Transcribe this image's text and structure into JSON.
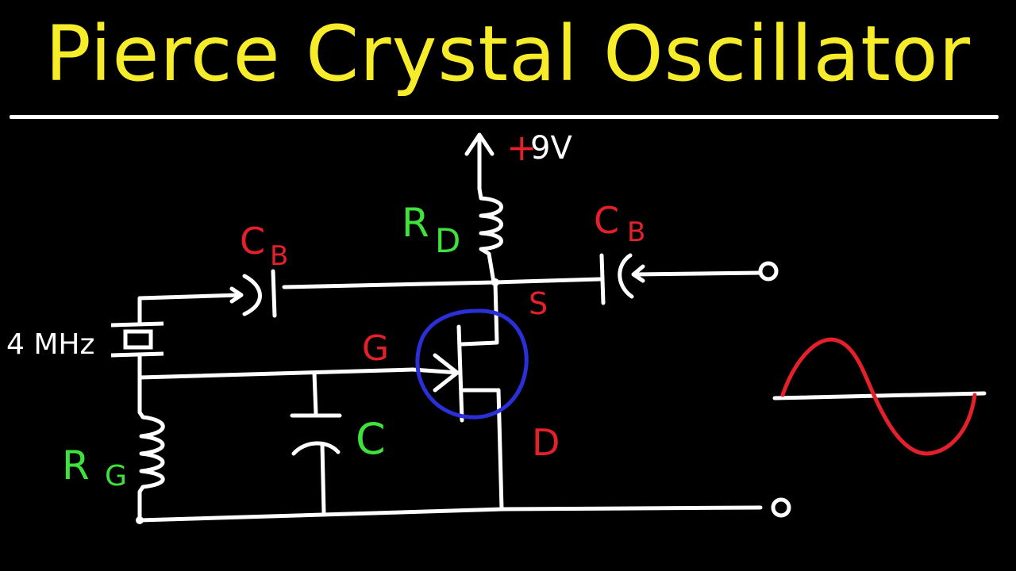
{
  "title": "Pierce Crystal Oscillator",
  "colors": {
    "background": "#000000",
    "title": "#f7ec2a",
    "wire": "#ffffff",
    "red_label": "#e4202a",
    "green_label": "#3ee23a",
    "transistor_circle": "#2a2fd8",
    "waveform": "#e4202a"
  },
  "labels": {
    "supply_sign": "+",
    "supply_value": "9V",
    "rd_main": "R",
    "rd_sub": "D",
    "cb_left_main": "C",
    "cb_left_sub": "B",
    "cb_right_main": "C",
    "cb_right_sub": "B",
    "crystal": "4 MHz",
    "gate": "G",
    "source": "S",
    "drain": "D",
    "capacitor": "C",
    "rg_main": "R",
    "rg_sub": "G"
  }
}
